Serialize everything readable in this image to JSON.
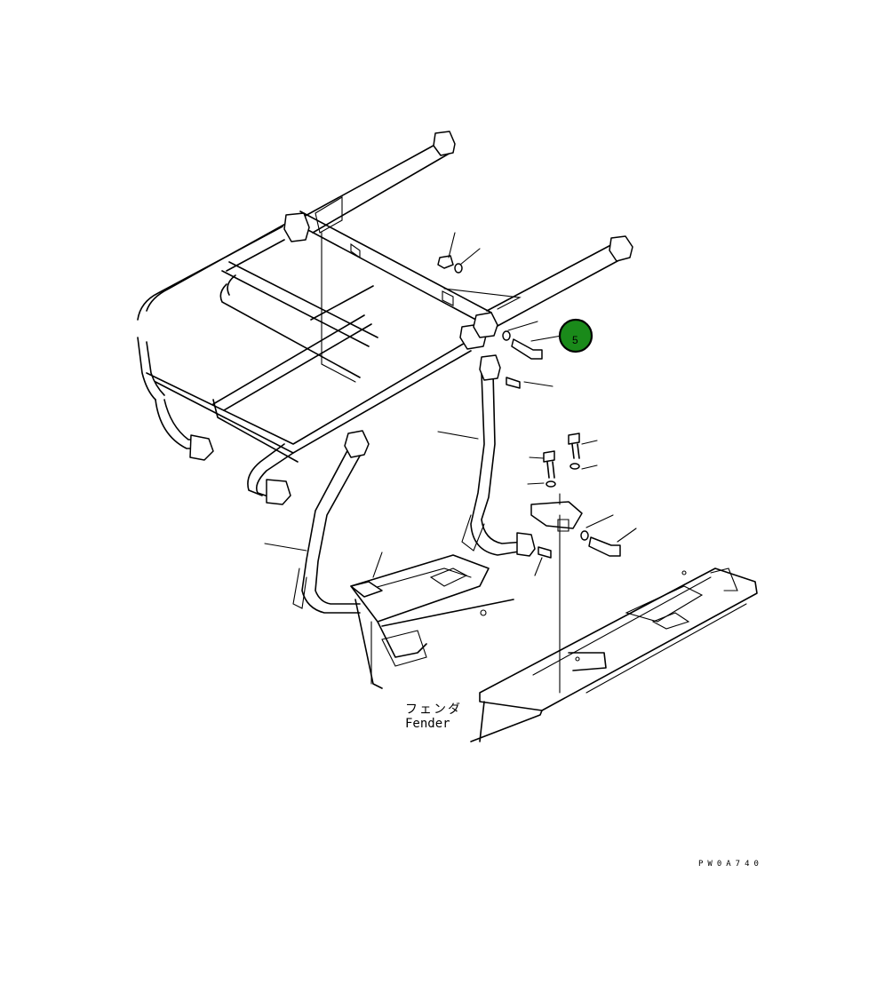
{
  "labels": {
    "fender_ja": "フェンダ",
    "fender_en": "Fender",
    "drawing_code": "PW0A740"
  },
  "callouts": [
    {
      "number": "5",
      "color": "#1a8a1a"
    }
  ],
  "colors": {
    "line": "#000000",
    "background": "#ffffff",
    "callout_fill": "#1a8a1a",
    "callout_ring": "#000000"
  }
}
